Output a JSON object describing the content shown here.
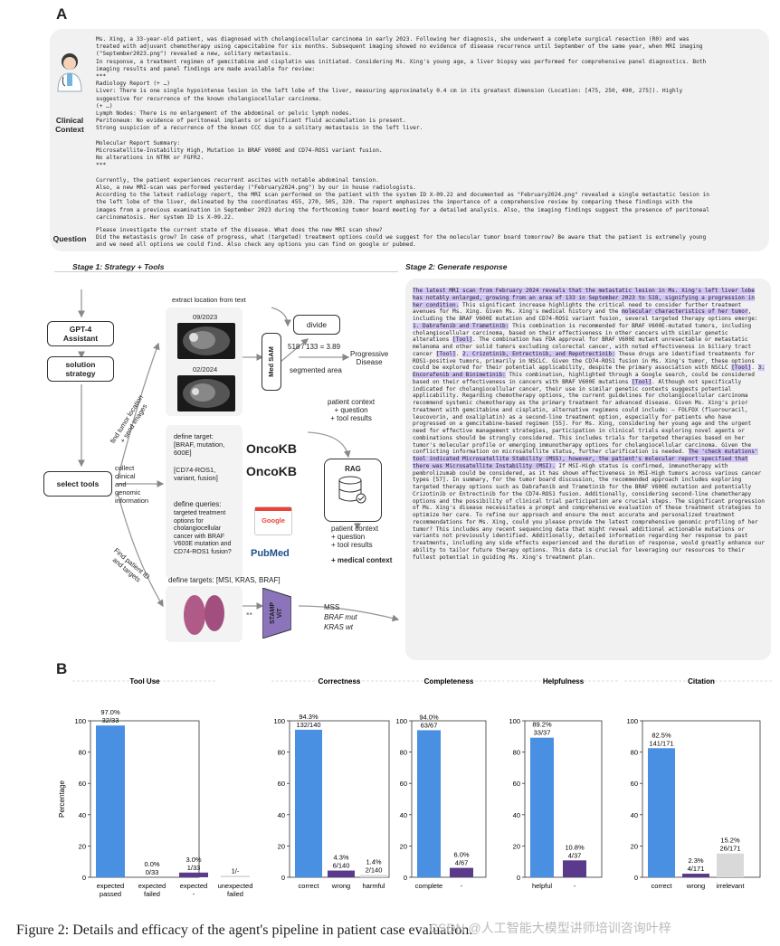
{
  "panelA": "A",
  "panelB": "B",
  "context": {
    "label": "Clinical\nContext",
    "question_label": "Question",
    "text": "Ms. Xing, a 33-year-old patient, was diagnosed with cholangiocellular carcinoma in early 2023. Following her diagnosis, she underwent a complete surgical resection (R0) and was\ntreated with adjuvant chemotherapy using capecitabine for six months. Subsequent imaging showed no evidence of disease recurrence until September of the same year, when MRI imaging\n(\"September2023.png\") revealed a new, solitary metastasis.\nIn response, a treatment regimen of gemcitabine and cisplatin was initiated. Considering Ms. Xing's young age, a liver biopsy was performed for comprehensive panel diagnostics. Both\nimaging results and panel findings are made available for review:\n***\nRadiology Report (+ …)\nLiver: There is one single hypointense lesion in the left lobe of the liver, measuring approximately 0.4 cm in its greatest dimension (Location: [475, 250, 490, 275]). Highly\nsuggestive for recurrence of the known cholangiocellular carcinoma.\n(+ …)\nLymph Nodes: There is no enlargement of the abdominal or pelvic lymph nodes.\nPeritoneum: No evidence of peritoneal implants or significant fluid accumulation is present.\nStrong suspicion of a recurrence of the known CCC due to a solitary metastasis in the left liver.\n\nMolecular Report Summary:\nMicrosatellite-Instability High, Mutation in BRAF V600E and CD74-ROS1 variant fusion.\nNo alterations in NTRK or FGFR2.\n***\n\nCurrently, the patient experiences recurrent ascites with notable abdominal tension.\nAlso, a new MRI-scan was performed yesterday (\"February2024.png\") by our in house radiologists.\nAccording to the latest radiology report, the MRI scan performed on the patient with the system ID X-09.22 and documented as \"February2024.png\" revealed a single metastatic lesion in\nthe left lobe of the liver, delineated by the coordinates 455, 270, 505, 320. The report emphasizes the importance of a comprehensive review by comparing these findings with the\nimages from a previous examination in September 2023 during the forthcoming tumor board meeting for a detailed analysis. Also, the imaging findings suggest the presence of peritoneal\ncarcinomatosis. Her system ID is X-09.22.",
    "question": "Please investigate the current state of the disease. What does the new MRI scan show?\nDid the metastasis grow? In case of progress, what (targeted) treatment options could we suggest for the molecular tumor board tomorrow? Be aware that the patient is extremely young\nand we need all options we could find. Also check any options you can find on google or pubmed."
  },
  "stage1": {
    "title": "Stage 1: Strategy + Tools",
    "gpt4": "GPT-4\nAssistant",
    "solution": "solution\nstrategy",
    "select_tools": "select tools",
    "find_tumor": "find tumor location\n+ send images",
    "collect": "collect\nclinical\nand\ngenomic\ninformation",
    "find_patient": "Find patient ID\nand targets",
    "extract_location": "extract location from text",
    "date1": "09/2023",
    "date2": "02/2024",
    "medsam": "Med SAM",
    "divide": "divide",
    "ratio": "518 / 133 = 3.89",
    "segmented": "segmented area",
    "progressive": "Progressive\nDisease",
    "define_target": "define target:\n[BRAF, mutation,\n600E]",
    "define_target2": "[CD74-ROS1,\nvariant, fusion]",
    "oncokb": "OncoKB",
    "define_queries": "define queries:",
    "queries_text": "targeted treatment\noptions for\ncholangiocellular\ncancer with BRAF\nV600E mutation and\nCD74-ROS1 fusion?",
    "google": "Google",
    "pubmed": "PubMed",
    "define_targets": "define targets: [MSI, KRAS, BRAF]",
    "stamp": "STAMP\nViT",
    "msi": "MSS",
    "braf": "BRAF mut",
    "kras": "KRAS wt",
    "patient_context1": "patient context\n+ question\n+ tool results",
    "rag": "RAG",
    "patient_context2": "patient context\n+ question\n+ tool results",
    "medical_context": "+ medical context"
  },
  "stage2": {
    "title": "Stage 2: Generate response",
    "response_html_parts": [
      [
        "The latest MRI scan from February 2024 reveals that the metastatic lesion in Ms. Xing's left liver lobe has notably enlarged, growing from an area of 133 in September 2023 to 518, signifying a progression in her condition.",
        true
      ],
      [
        " This significant increase highlights the critical need to consider further treatment avenues for Ms. Xing. Given Ms. Xing's medical history and the ",
        false
      ],
      [
        "molecular characteristics of her tumor",
        true
      ],
      [
        ", including the BRAF V600E mutation and CD74-ROS1 variant fusion, several targeted therapy options emerge: ",
        false
      ],
      [
        "1. Dabrafenib and Trametinib:",
        true
      ],
      [
        " This combination is recommended for BRAF V600E-mutated tumors, including cholangiocellular carcinoma, based on their effectiveness in other cancers with similar genetic alterations ",
        false
      ],
      [
        "[Tool]",
        true
      ],
      [
        ". The combination has FDA approval for BRAF V600E mutant unresectable or metastatic melanoma and other solid tumors excluding colorectal cancer, with noted effectiveness in biliary tract cancer ",
        false
      ],
      [
        "[Tool]",
        true
      ],
      [
        ". ",
        false
      ],
      [
        "2. Crizotinib, Entrectinib, and Repotrectinib:",
        true
      ],
      [
        " These drugs are identified treatments for ROS1-positive tumors, primarily in NSCLC. Given the CD74-ROS1 fusion in Ms. Xing's tumor, these options could be explored for their potential applicability, despite the primary association with NSCLC ",
        false
      ],
      [
        "[Tool]",
        true
      ],
      [
        ". ",
        false
      ],
      [
        "3. Encorafenib and Binimetinib:",
        true
      ],
      [
        " This combination, highlighted through a Google search, could be considered based on their effectiveness in cancers with BRAF V600E mutations ",
        false
      ],
      [
        "[Tool]",
        true
      ],
      [
        ". Although not specifically indicated for cholangiocellular cancer, their use in similar genetic contexts suggests potential applicability. Regarding chemotherapy options, the current guidelines for cholangiocellular carcinoma recommend systemic chemotherapy as the primary treatment for advanced disease. Given Ms. Xing's prior treatment with gemcitabine and cisplatin, alternative regimens could include: – FOLFOX (fluorouracil, leucovorin, and oxaliplatin) as a second-line treatment option, especially for patients who have progressed on a gemcitabine-based regimen [55]. For Ms. Xing, considering her young age and the urgent need for effective management strategies, participation in clinical trials exploring novel agents or combinations should be strongly considered. This includes trials for targeted therapies based on her tumor's molecular profile or emerging immunotherapy options for cholangiocellular carcinoma. Given the conflicting information on microsatellite status, further clarification is needed. ",
        false
      ],
      [
        "The 'check mutations' tool indicated Microsatellite Stability (MSS), however, the patient's molecular report specified that there was Microsatellite Instability (MSI).",
        true
      ],
      [
        " If MSI-High status is confirmed, immunotherapy with pembrolizumab could be considered, as it has shown effectiveness in MSI-High tumors across various cancer types [57]. In summary, for the tumor board discussion, the recommended approach includes exploring targeted therapy options such as Dabrafenib and Trametinib for the BRAF V600E mutation and potentially Crizotinib or Entrectinib for the CD74-ROS1 fusion. Additionally, considering second-line chemotherapy options and the possibility of clinical trial participation are crucial steps. The significant progression of Ms. Xing's disease necessitates a prompt and comprehensive evaluation of these treatment strategies to optimize her care. To refine our approach and ensure the most accurate and personalized treatment recommendations for Ms. Xing, could you please provide the latest comprehensive genomic profiling of her tumor? This includes any recent sequencing data that might reveal additional actionable mutations or variants not previously identified. Additionally, detailed information regarding her response to past treatments, including any side effects experienced and the duration of response, would greatly enhance our ability to tailor future therapy options. This data is crucial for leveraging our resources to their fullest potential in guiding Ms. Xing's treatment plan.",
        false
      ]
    ]
  },
  "colors": {
    "blue": "#4a90e2",
    "purple": "#5b3a8c",
    "gray": "#d9d9d9",
    "highlight": "#d2c4f5"
  },
  "chart_data": {
    "type": "bar",
    "ylabel": "Percentage",
    "ylim": [
      0,
      100
    ],
    "yticks": [
      0,
      20,
      40,
      60,
      80,
      100
    ],
    "panels": [
      {
        "title": "Tool Use",
        "bars": [
          {
            "category": "expected\npassed",
            "value": 97.0,
            "pct": "97.0%",
            "frac": "32/33",
            "color": "blue"
          },
          {
            "category": "expected\nfailed",
            "value": 0.0,
            "pct": "0.0%",
            "frac": "0/33",
            "color": "purple"
          },
          {
            "category": "expected\n-",
            "value": 3.0,
            "pct": "3.0%",
            "frac": "1/33",
            "color": "purple"
          },
          {
            "category": "unexpected\nfailed",
            "value": 1.0,
            "pct": "",
            "frac": "1/-",
            "color": "gray"
          }
        ]
      },
      {
        "title": "Correctness",
        "bars": [
          {
            "category": "correct",
            "value": 94.3,
            "pct": "94.3%",
            "frac": "132/140",
            "color": "blue"
          },
          {
            "category": "wrong",
            "value": 4.3,
            "pct": "4.3%",
            "frac": "6/140",
            "color": "purple"
          },
          {
            "category": "harmful",
            "value": 1.4,
            "pct": "1.4%",
            "frac": "2/140",
            "color": "gray"
          }
        ]
      },
      {
        "title": "Completeness",
        "bars": [
          {
            "category": "complete",
            "value": 94.0,
            "pct": "94.0%",
            "frac": "63/67",
            "color": "blue"
          },
          {
            "category": "-",
            "value": 6.0,
            "pct": "6.0%",
            "frac": "4/67",
            "color": "purple"
          }
        ]
      },
      {
        "title": "Helpfulness",
        "bars": [
          {
            "category": "helpful",
            "value": 89.2,
            "pct": "89.2%",
            "frac": "33/37",
            "color": "blue"
          },
          {
            "category": "-",
            "value": 10.8,
            "pct": "10.8%",
            "frac": "4/37",
            "color": "purple"
          }
        ]
      },
      {
        "title": "Citation",
        "bars": [
          {
            "category": "correct",
            "value": 82.5,
            "pct": "82.5%",
            "frac": "141/171",
            "color": "blue"
          },
          {
            "category": "wrong",
            "value": 2.3,
            "pct": "2.3%",
            "frac": "4/171",
            "color": "purple"
          },
          {
            "category": "irrelevant",
            "value": 15.2,
            "pct": "15.2%",
            "frac": "26/171",
            "color": "gray"
          }
        ]
      }
    ]
  },
  "caption": "Figure 2: Details and efficacy of the agent's pipeline in patient case evaluation.",
  "watermark": "CSDN @人工智能大模型讲师培训咨询叶梓"
}
